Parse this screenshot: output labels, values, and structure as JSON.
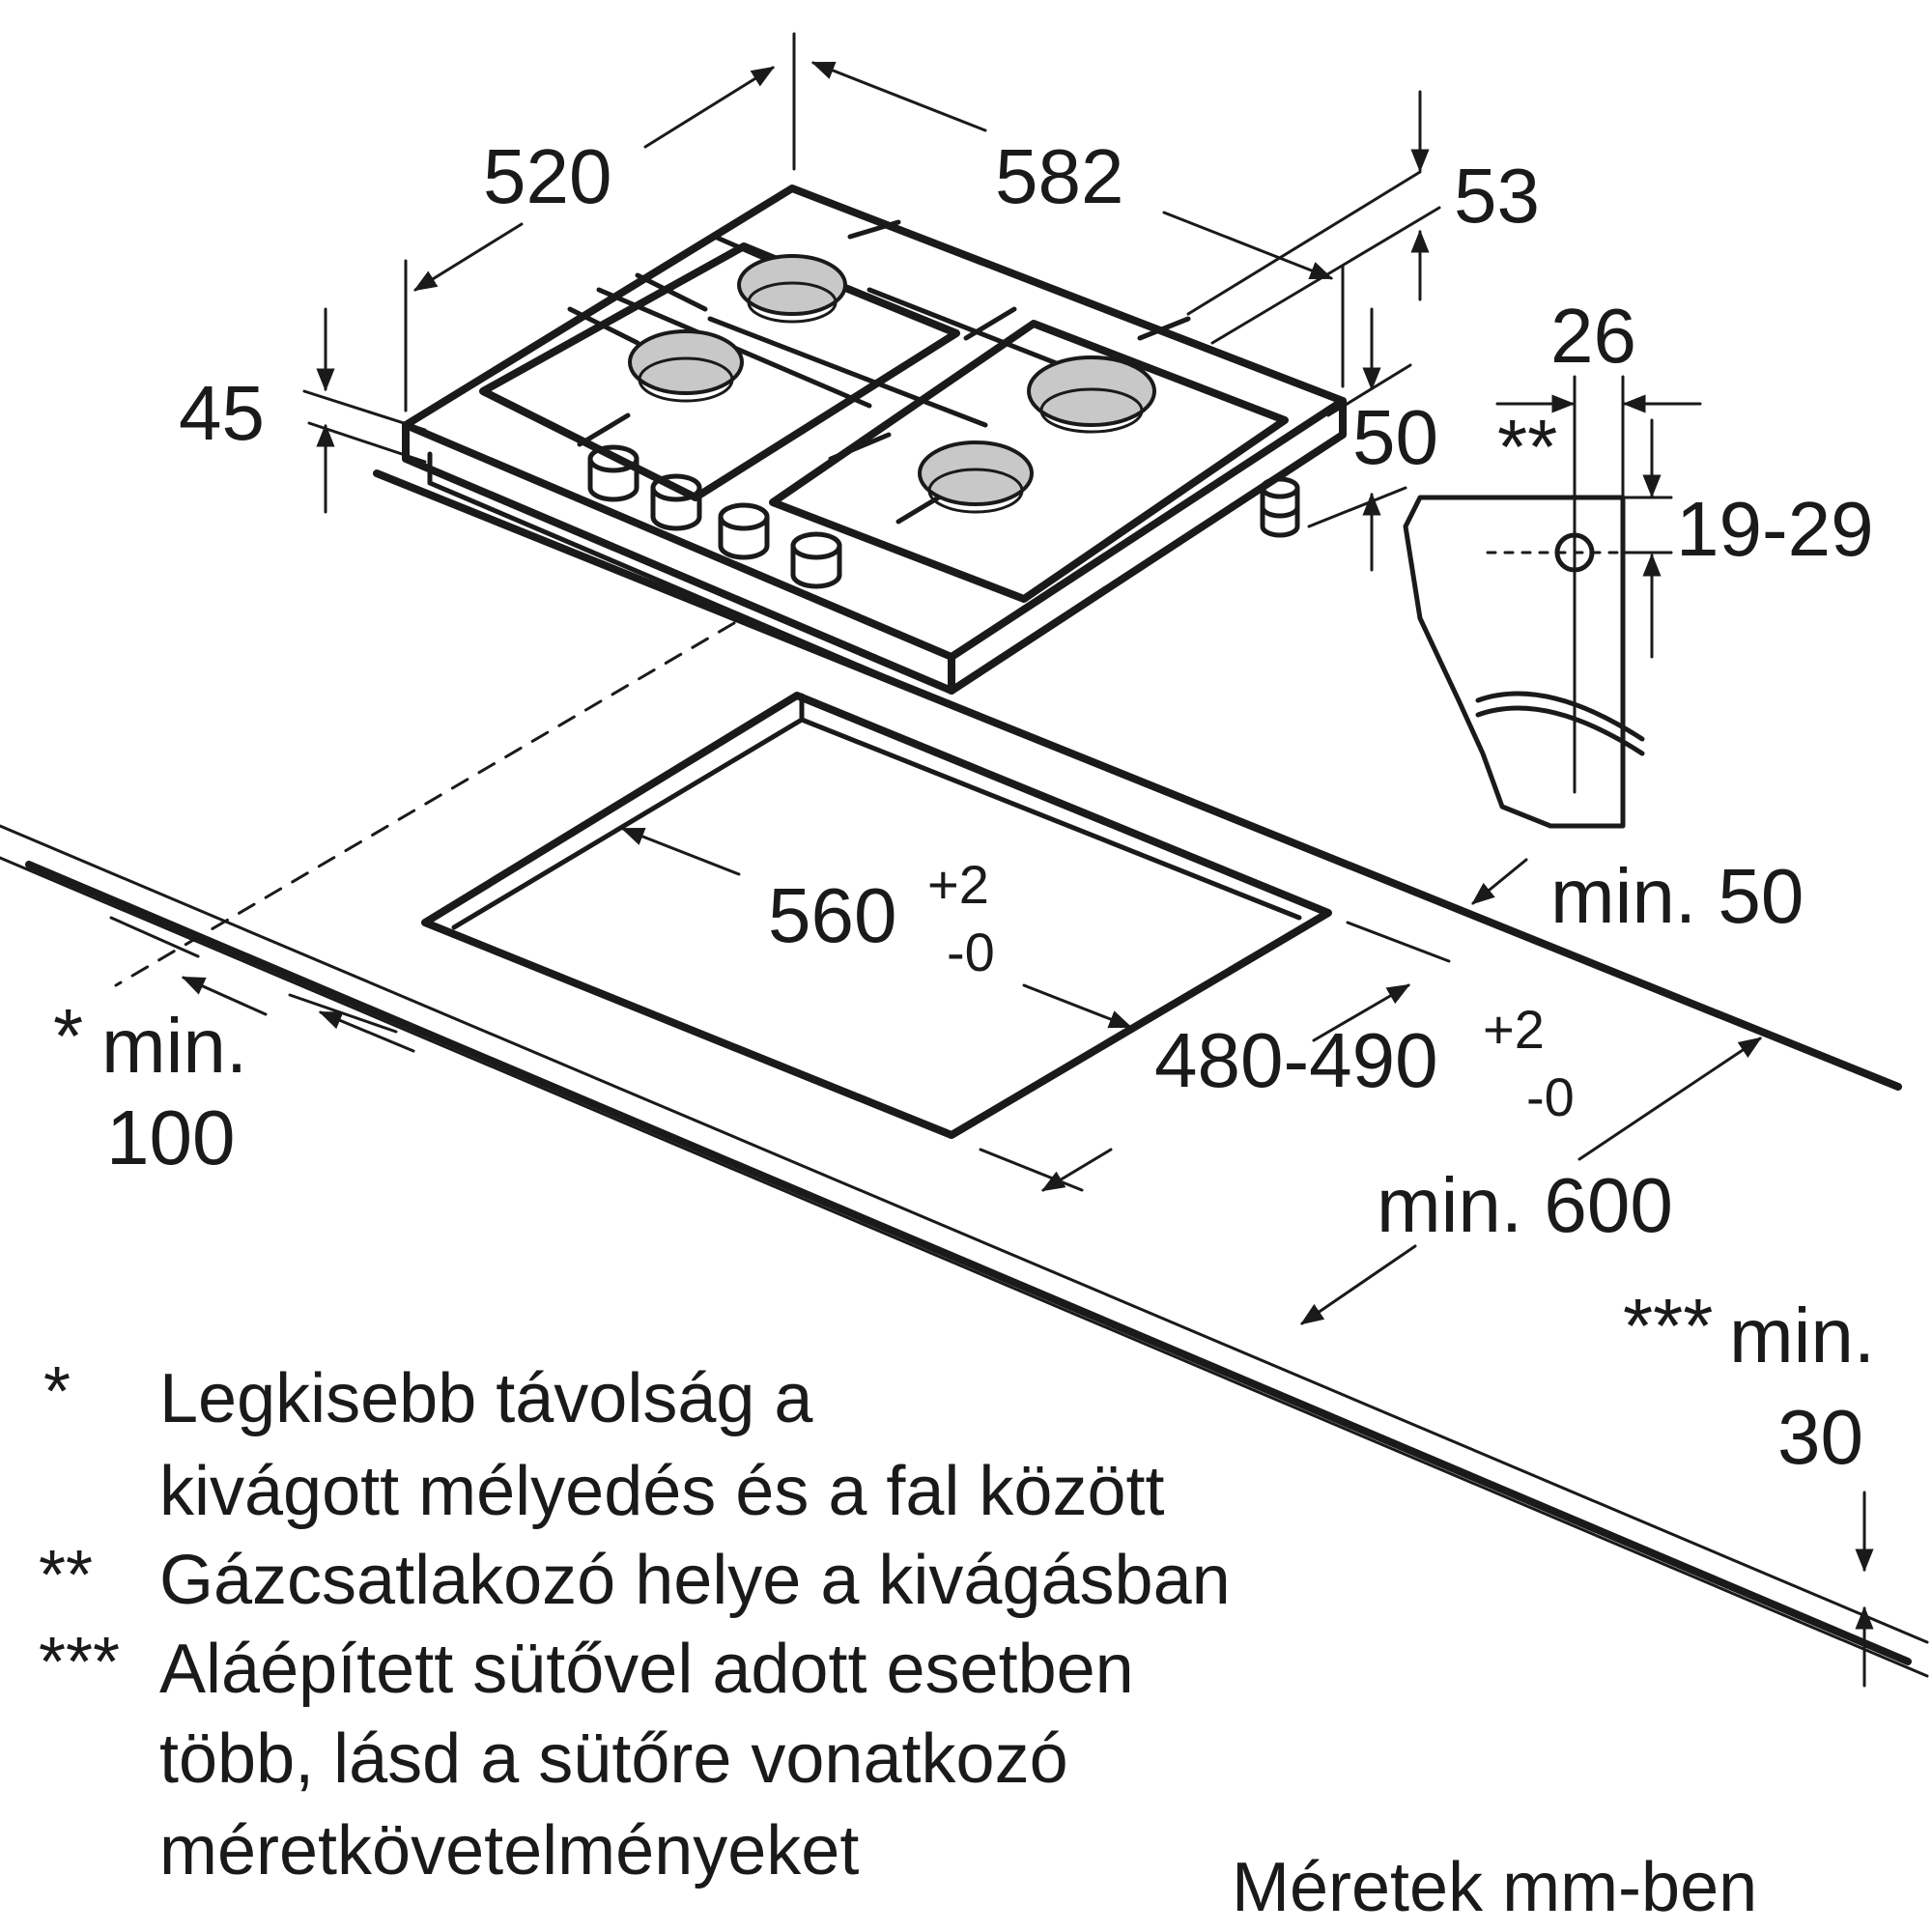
{
  "dimensions": {
    "depth": "520",
    "width": "582",
    "height_total": "53",
    "height_body": "45",
    "height_right": "50",
    "gas_offset": "26",
    "gas_marker": "**",
    "gas_height": "19-29",
    "cutout_width": "560",
    "cutout_width_tol_plus": "+2",
    "cutout_width_tol_minus": "-0",
    "cutout_depth": "480-490",
    "cutout_depth_tol_plus": "+2",
    "cutout_depth_tol_minus": "-0",
    "min_back": "min. 50",
    "min_side_marker": "*",
    "min_side_label": "min.",
    "min_side_value": "100",
    "min_depth": "min. 600",
    "min_top_marker": "***",
    "min_top_label": "min.",
    "min_top_value": "30"
  },
  "notes": [
    {
      "marker": "*",
      "lines": [
        "Legkisebb távolság a",
        "kivágott mélyedés és a fal között"
      ]
    },
    {
      "marker": "**",
      "lines": [
        "Gázcsatlakozó helye a kivágásban"
      ]
    },
    {
      "marker": "***",
      "lines": [
        "Aláépített sütővel adott esetben",
        "több, lásd a sütőre vonatkozó",
        "méretkövetelményeket"
      ]
    }
  ],
  "units_label": "Méretek mm-ben"
}
